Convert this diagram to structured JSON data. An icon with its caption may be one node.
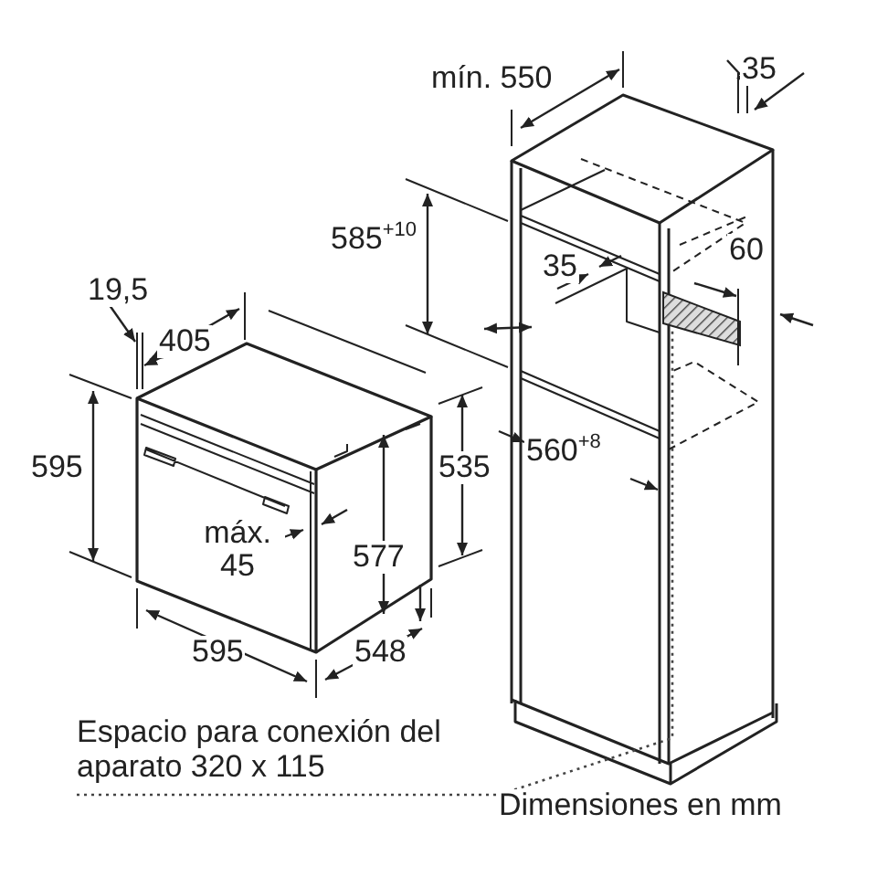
{
  "diagram": {
    "nodes": [
      {
        "text": [
          "Espacio para conexión del aparato 320 x 115"
        ]
      },
      {
        "text": [],
        "shape": "box"
      }
    ],
    "edges": [
      {
        "from": 0,
        "to": 1,
        "arrow": "none",
        "style": "dashed"
      }
    ],
    "labels": [
      "mín. 550",
      "35",
      "585$^{+10}$",
      "35",
      "60",
      "19,5",
      "405",
      "595",
      "535",
      "560$^{+8}$",
      "máx. 45",
      "577",
      "595",
      "548",
      "Dimensiones en mm"
    ]
  }
}
